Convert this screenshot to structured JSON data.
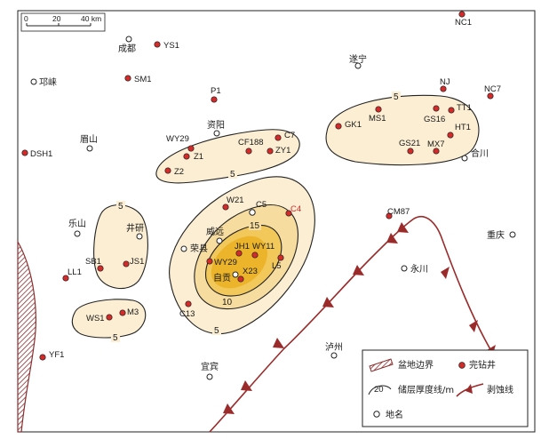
{
  "scale_bar": {
    "tick_labels": [
      "0",
      "20",
      "40 km"
    ]
  },
  "contour_labels": {
    "outer_5_northwest": "5",
    "outer_5_northeast": "5",
    "outer_5_west_top": "5",
    "outer_5_west_bottom": "5",
    "central_15": "15",
    "central_10": "10",
    "central_5": "5"
  },
  "cities": {
    "chengdu": "成都",
    "qionglai": "邛崃",
    "suining": "遂宁",
    "meishan": "眉山",
    "ziyang": "资阳",
    "leshan": "乐山",
    "jingyan": "井研",
    "weiyuan": "威远",
    "rongxian": "荣县",
    "zigong": "自贡",
    "yibin": "宜宾",
    "luzhou": "泸州",
    "yongchuan": "永川",
    "chongqing": "重庆",
    "hechuan": "合川"
  },
  "wells": {
    "NC1": "NC1",
    "YS1": "YS1",
    "SM1": "SM1",
    "P1": "P1",
    "NJ": "NJ",
    "NC7": "NC7",
    "MS1": "MS1",
    "GK1": "GK1",
    "GS16": "GS16",
    "TT1": "TT1",
    "HT1": "HT1",
    "GS21": "GS21",
    "MX7": "MX7",
    "WY29_north": "WY29",
    "Z1": "Z1",
    "CF188": "CF188",
    "C7": "C7",
    "ZY1": "ZY1",
    "Z2": "Z2",
    "DSH1": "DSH1",
    "W21": "W21",
    "C5": "C5",
    "C4": "C4",
    "CM87": "CM87",
    "JH1": "JH1",
    "WY11": "WY11",
    "WY29_south": "WY29",
    "L5": "L5",
    "X23": "X23",
    "C13": "C13",
    "SB1": "SB1",
    "JS1": "JS1",
    "LL1": "LL1",
    "WS1": "WS1",
    "M3": "M3",
    "YF1": "YF1"
  },
  "legend": {
    "basin_boundary": "盆地边界",
    "completed_well": "完钻井",
    "thickness_contour": "储层厚度线/m",
    "thickness_contour_sample_value": "20",
    "erosion_line": "剥蚀线",
    "place_name": "地名"
  },
  "colors": {
    "outer_fill": "#fbeed3",
    "mid_fill": "#f7dca0",
    "inner_fill": "#f2c85a",
    "core_fill": "#ebb42a",
    "well_red": "#d42a2a",
    "erosion_brown": "#9b2b2b",
    "boundary_brown": "#8a2f2f"
  }
}
